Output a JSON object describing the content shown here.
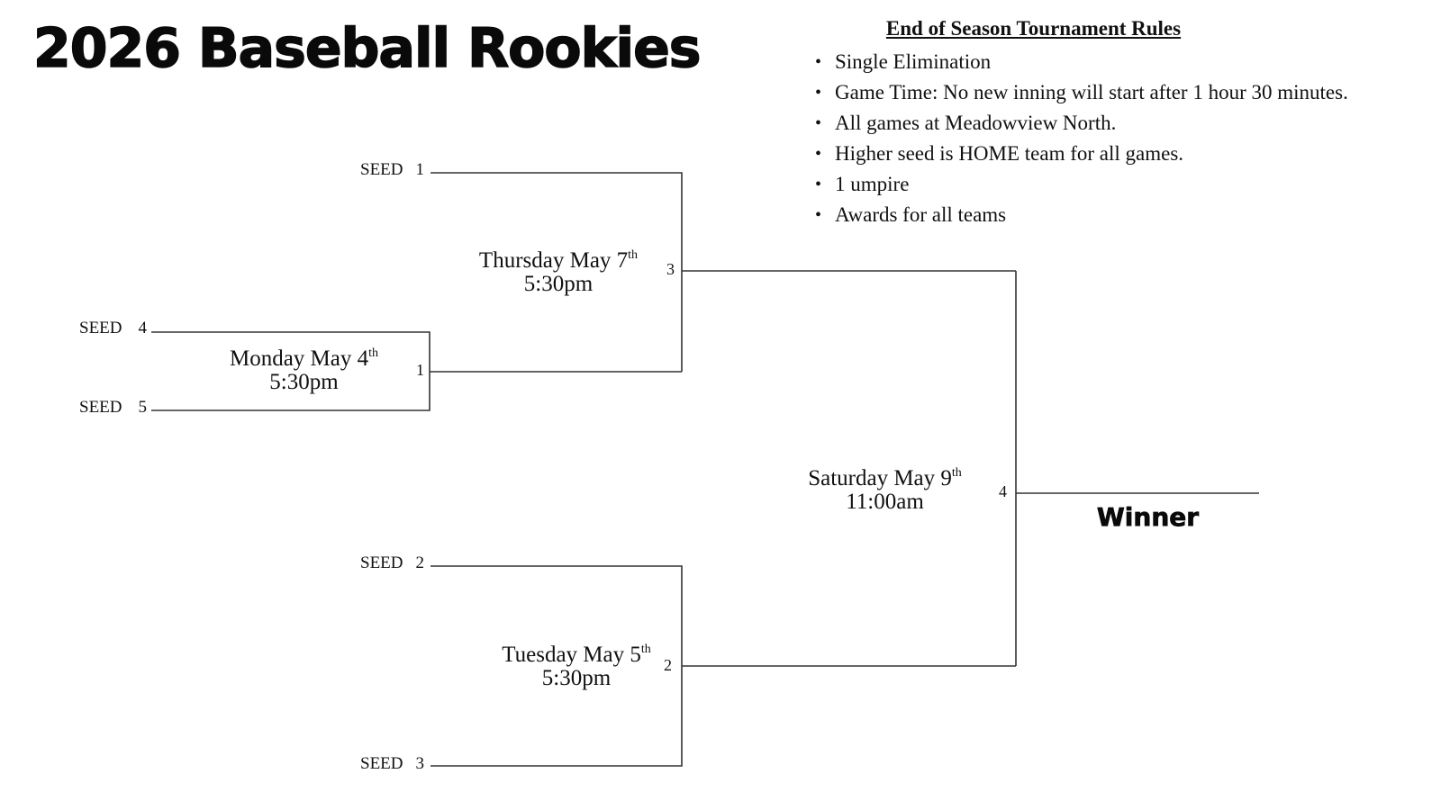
{
  "title": "2026 Baseball Rookies",
  "rules": {
    "heading": "End of Season Tournament Rules",
    "items": [
      "Single Elimination",
      "Game Time: No new inning will start after 1 hour 30 minutes.",
      "All games at Meadowview North.",
      "Higher seed is HOME team for all games.",
      "1 umpire",
      "Awards for all teams"
    ],
    "bullet": "•"
  },
  "seeds": {
    "seed1": {
      "label": "SEED",
      "number": "1"
    },
    "seed4": {
      "label": "SEED",
      "number": "4"
    },
    "seed5": {
      "label": "SEED",
      "number": "5"
    },
    "seed2": {
      "label": "SEED",
      "number": "2"
    },
    "seed3": {
      "label": "SEED",
      "number": "3"
    }
  },
  "games": {
    "game1": {
      "number": "1",
      "day": "Monday May 4",
      "suffix": "th",
      "time": "5:30pm"
    },
    "game2": {
      "number": "2",
      "day": "Tuesday May 5",
      "suffix": "th",
      "time": "5:30pm"
    },
    "game3": {
      "number": "3",
      "day": "Thursday May 7",
      "suffix": "th",
      "time": "5:30pm"
    },
    "game4": {
      "number": "4",
      "day": "Saturday May 9",
      "suffix": "th",
      "time": "11:00am"
    }
  },
  "winner_label": "Winner",
  "colors": {
    "line": "#333333",
    "text": "#111111"
  }
}
